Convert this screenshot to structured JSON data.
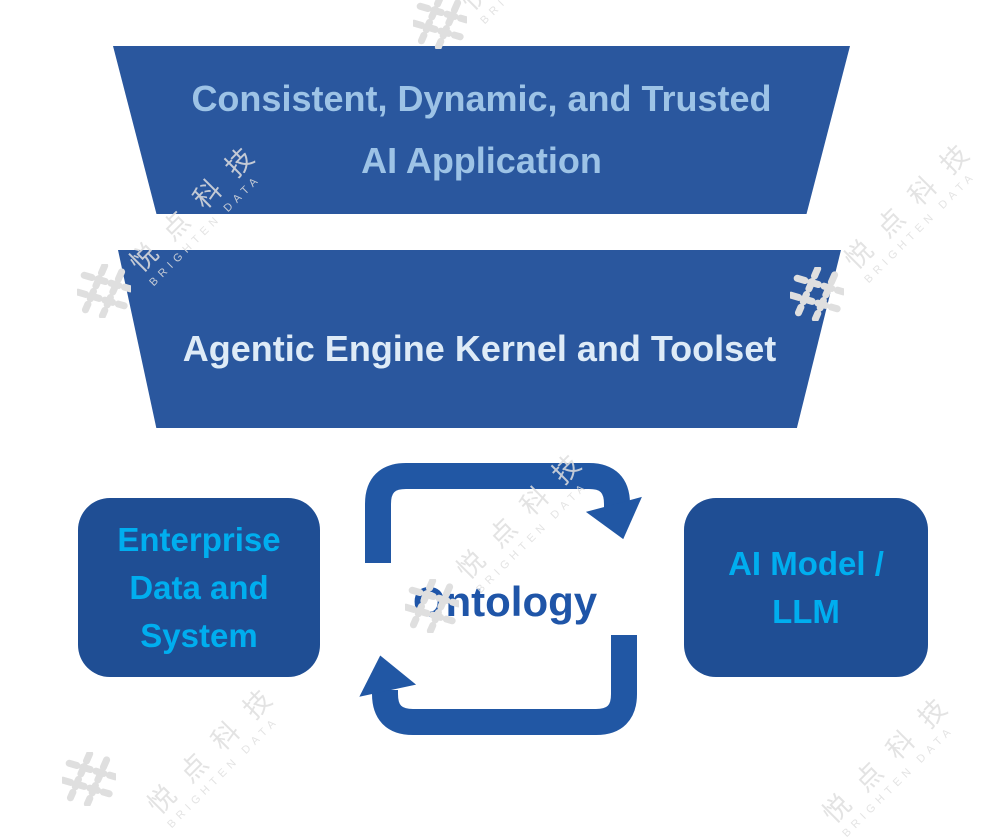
{
  "diagram": {
    "top_trapezoid": {
      "lines": [
        "Consistent, Dynamic, and Trusted",
        "AI Application"
      ]
    },
    "middle_trapezoid": {
      "label": "Agentic Engine Kernel and Toolset"
    },
    "left_box": {
      "lines": [
        "Enterprise",
        "Data and",
        "System"
      ]
    },
    "center": {
      "label": "Ontology"
    },
    "right_box": {
      "lines": [
        "AI Model /",
        "LLM"
      ]
    }
  },
  "watermark": {
    "cn": "悦点科技",
    "en": "BRIGHTEN DATA"
  },
  "colors": {
    "trapezoid_fill": "#2A579E",
    "box_fill": "#1F4E94",
    "arrow": "#2157A4",
    "top_text": "#9DC3E6",
    "middle_text": "#DEEBF7",
    "cyan_text": "#00AEEF",
    "ontology_text": "#1F55A8",
    "watermark": "#DFDFDF"
  }
}
